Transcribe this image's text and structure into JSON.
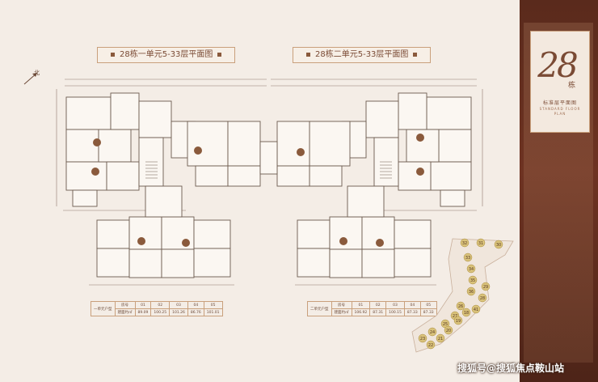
{
  "plans": {
    "left_title": "28栋一单元5-33层平面图",
    "right_title": "28栋二单元5-33层平面图"
  },
  "brand": {
    "building_number": "28",
    "building_suffix": "栋",
    "panel_cn": "标准层平面图",
    "panel_en": "STANDARD FLOOR PLAN"
  },
  "compass": {
    "label": "北"
  },
  "unit1_table": {
    "header_label": "一单元户型",
    "row1": [
      "房号",
      "01",
      "02",
      "03",
      "04",
      "05"
    ],
    "row2": [
      "建面约㎡",
      "89.09",
      "100.25",
      "101.26",
      "86.76",
      "101.01"
    ]
  },
  "unit2_table": {
    "header_label": "二单元户型",
    "row1": [
      "房号",
      "01",
      "02",
      "03",
      "04",
      "05"
    ],
    "row2": [
      "建面约㎡",
      "106.92",
      "87.31",
      "100.15",
      "87.33",
      "87.33"
    ]
  },
  "site_plan": {
    "building_labels": [
      "32",
      "31",
      "30",
      "33",
      "34",
      "35",
      "36",
      "26",
      "27",
      "25",
      "24",
      "23",
      "22",
      "21",
      "20",
      "19",
      "18",
      "41",
      "28",
      "29"
    ]
  },
  "watermark": "搜狐号@搜狐焦点鞍山站",
  "colors": {
    "panel": "#5a2a1c",
    "gold": "#c9a07c",
    "text": "#7a4a34",
    "background": "#f4ede6"
  }
}
